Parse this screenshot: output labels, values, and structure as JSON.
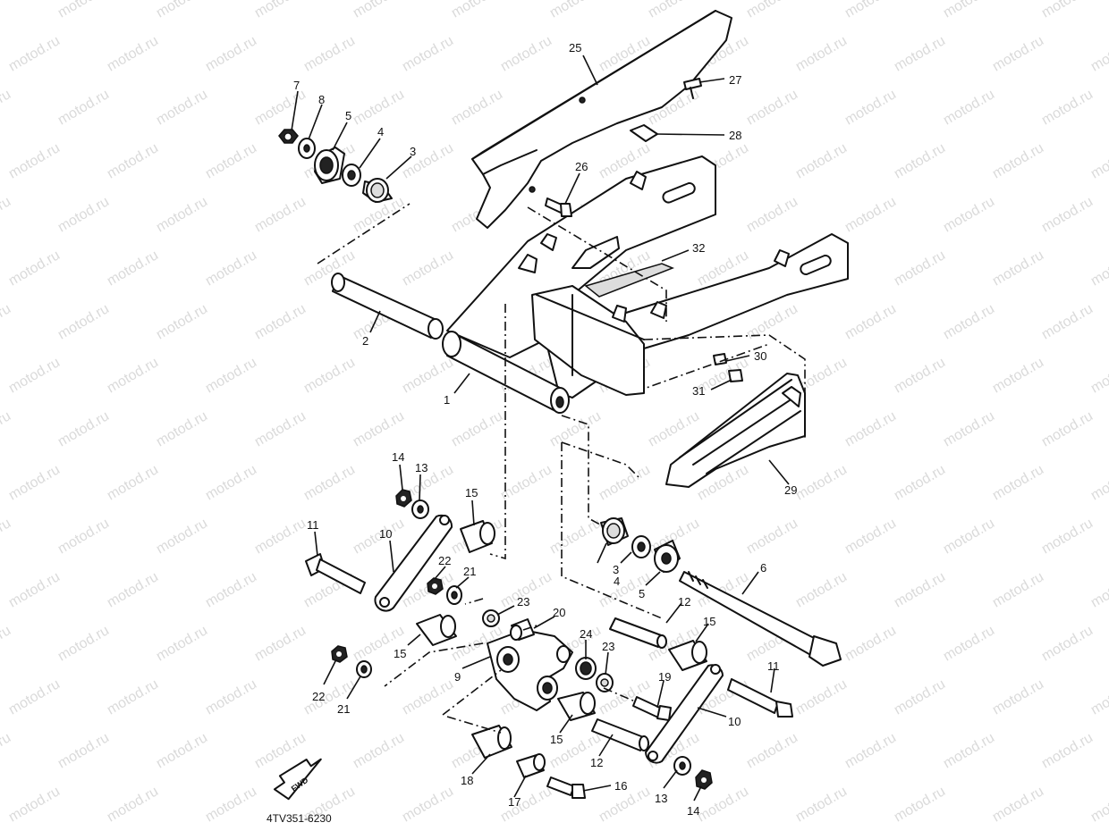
{
  "watermark": "motod.ru",
  "diagram_code": "4TV351-6230",
  "fwd_label": "FWD",
  "callouts": {
    "c1": "1",
    "c2": "2",
    "c3a": "3",
    "c3b": "3",
    "c4a": "4",
    "c4b": "4",
    "c5a": "5",
    "c5b": "5",
    "c6": "6",
    "c7": "7",
    "c8": "8",
    "c9": "9",
    "c10a": "10",
    "c10b": "10",
    "c11a": "11",
    "c11b": "11",
    "c12a": "12",
    "c12b": "12",
    "c13a": "13",
    "c13b": "13",
    "c14a": "14",
    "c14b": "14",
    "c15a": "15",
    "c15b": "15",
    "c15c": "15",
    "c15d": "15",
    "c16": "16",
    "c17": "17",
    "c18": "18",
    "c19": "19",
    "c20": "20",
    "c21a": "21",
    "c21b": "21",
    "c22a": "22",
    "c22b": "22",
    "c23a": "23",
    "c23b": "23",
    "c24": "24",
    "c25": "25",
    "c26": "26",
    "c27": "27",
    "c28": "28",
    "c29": "29",
    "c30": "30",
    "c31": "31",
    "c32": "32"
  }
}
